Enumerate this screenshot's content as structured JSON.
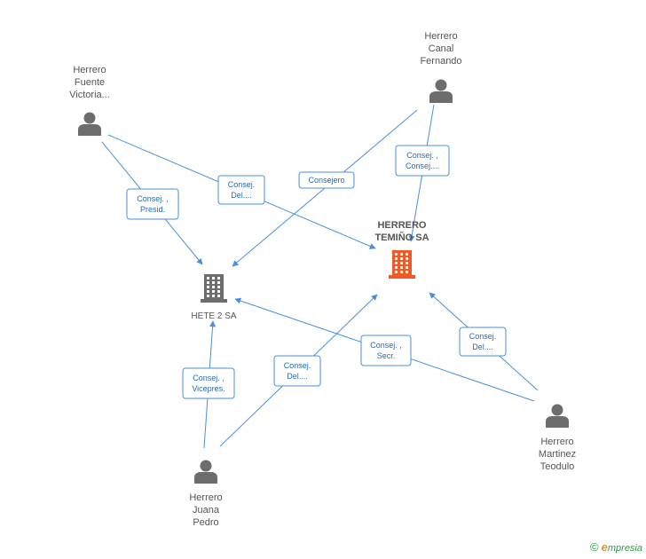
{
  "nodes": {
    "fuente": {
      "lines": [
        "Herrero",
        "Fuente",
        "Victoria..."
      ],
      "kind": "person"
    },
    "canal": {
      "lines": [
        "Herrero",
        "Canal",
        "Fernando"
      ],
      "kind": "person"
    },
    "teminio": {
      "lines": [
        "HERRERO",
        "TEMIÑO SA"
      ],
      "kind": "company",
      "color": "#ef5a29"
    },
    "hete": {
      "lines": [
        "HETE 2 SA"
      ],
      "kind": "company",
      "color": "#6d6d6d"
    },
    "juana": {
      "lines": [
        "Herrero",
        "Juana",
        "Pedro"
      ],
      "kind": "person"
    },
    "martinez": {
      "lines": [
        "Herrero",
        "Martinez",
        "Teodulo"
      ],
      "kind": "person"
    }
  },
  "edges": [
    {
      "from": "fuente",
      "to": "hete",
      "role": [
        "Consej. ,",
        "Presid."
      ]
    },
    {
      "from": "fuente",
      "to": "teminio",
      "role": [
        "Consej.",
        "Del...."
      ]
    },
    {
      "from": "canal",
      "to": "hete",
      "role": [
        "Consejero"
      ]
    },
    {
      "from": "canal",
      "to": "teminio",
      "role": [
        "Consej. ,",
        "Consej...."
      ]
    },
    {
      "from": "juana",
      "to": "hete",
      "role": [
        "Consej. ,",
        "Vicepres."
      ]
    },
    {
      "from": "juana",
      "to": "teminio",
      "role": [
        "Consej.",
        "Del...."
      ]
    },
    {
      "from": "martinez",
      "to": "hete",
      "role": [
        "Consej. ,",
        "Secr."
      ]
    },
    {
      "from": "martinez",
      "to": "teminio",
      "role": [
        "Consej.",
        "Del...."
      ]
    }
  ],
  "colors": {
    "edge": "#4a8fd9",
    "person": "#6d6d6d",
    "company_main": "#ef5a29",
    "company_other": "#6d6d6d"
  },
  "brand": {
    "copyright": "©",
    "e": "e",
    "rest": "mpresia"
  }
}
